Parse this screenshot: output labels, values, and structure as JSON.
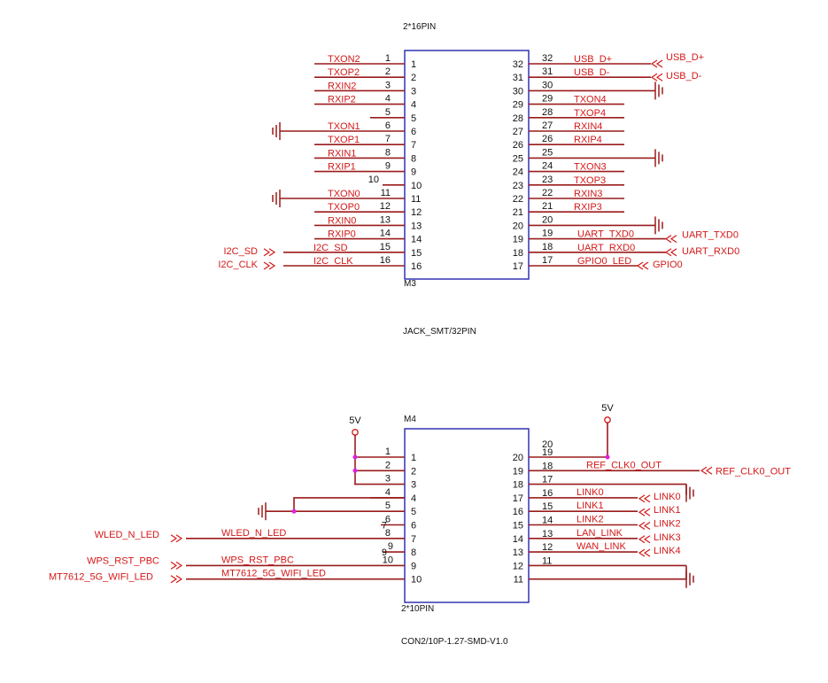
{
  "colors": {
    "wire": "#9a1b1b",
    "net_label": "#d41818",
    "component_box": "#2424b0",
    "junction": "#e020e0",
    "text": "#111111"
  },
  "m3": {
    "top_caption": "2*16PIN",
    "ref": "M3",
    "footprint": "JACK_SMT/32PIN",
    "left_pins": [
      {
        "outer": "1",
        "inner": "1",
        "net": "TXON2"
      },
      {
        "outer": "2",
        "inner": "2",
        "net": "TXOP2"
      },
      {
        "outer": "3",
        "inner": "3",
        "net": "RXIN2"
      },
      {
        "outer": "4",
        "inner": "4",
        "net": "RXIP2"
      },
      {
        "outer": "5",
        "inner": "5",
        "net": ""
      },
      {
        "outer": "6",
        "inner": "6",
        "net": "TXON1"
      },
      {
        "outer": "7",
        "inner": "7",
        "net": "TXOP1"
      },
      {
        "outer": "8",
        "inner": "8",
        "net": "RXIN1"
      },
      {
        "outer": "9",
        "inner": "9",
        "net": "RXIP1"
      },
      {
        "outer": "10",
        "inner": "10",
        "net": ""
      },
      {
        "outer": "11",
        "inner": "11",
        "net": "TXON0"
      },
      {
        "outer": "12",
        "inner": "12",
        "net": "TXOP0"
      },
      {
        "outer": "13",
        "inner": "13",
        "net": "RXIN0"
      },
      {
        "outer": "14",
        "inner": "14",
        "net": "RXIP0"
      },
      {
        "outer": "15",
        "inner": "15",
        "net": "I2C_SD"
      },
      {
        "outer": "16",
        "inner": "16",
        "net": "I2C_CLK"
      }
    ],
    "right_pins": [
      {
        "outer": "32",
        "inner": "32",
        "net": "USB_D+"
      },
      {
        "outer": "31",
        "inner": "31",
        "net": "USB_D-"
      },
      {
        "outer": "30",
        "inner": "30",
        "net": ""
      },
      {
        "outer": "29",
        "inner": "29",
        "net": "TXON4"
      },
      {
        "outer": "28",
        "inner": "28",
        "net": "TXOP4"
      },
      {
        "outer": "27",
        "inner": "27",
        "net": "RXIN4"
      },
      {
        "outer": "26",
        "inner": "26",
        "net": "RXIP4"
      },
      {
        "outer": "25",
        "inner": "25",
        "net": ""
      },
      {
        "outer": "24",
        "inner": "24",
        "net": "TXON3"
      },
      {
        "outer": "23",
        "inner": "23",
        "net": "TXOP3"
      },
      {
        "outer": "22",
        "inner": "22",
        "net": "RXIN3"
      },
      {
        "outer": "21",
        "inner": "21",
        "net": "RXIP3"
      },
      {
        "outer": "20",
        "inner": "20",
        "net": ""
      },
      {
        "outer": "19",
        "inner": "19",
        "net": "UART_TXD0"
      },
      {
        "outer": "18",
        "inner": "18",
        "net": "UART_RXD0"
      },
      {
        "outer": "17",
        "inner": "17",
        "net": "GPIO0_LED"
      }
    ],
    "ports": [
      {
        "side": "left",
        "text": "I2C_SD"
      },
      {
        "side": "left",
        "text": "I2C_CLK"
      },
      {
        "side": "right",
        "text": "USB_D+"
      },
      {
        "side": "right",
        "text": "USB_D-"
      },
      {
        "side": "right",
        "text": "UART_TXD0"
      },
      {
        "side": "right",
        "text": "UART_RXD0"
      },
      {
        "side": "right",
        "text": "GPIO0"
      }
    ]
  },
  "m4": {
    "ref": "M4",
    "bottom_caption": "2*10PIN",
    "footprint": "CON2/10P-1.27-SMD-V1.0",
    "power_left": "5V",
    "power_right": "5V",
    "left_pins": [
      {
        "outer": "1",
        "inner": "1",
        "net": ""
      },
      {
        "outer": "2",
        "inner": "2",
        "net": ""
      },
      {
        "outer": "3",
        "inner": "3",
        "net": ""
      },
      {
        "outer": "4",
        "inner": "4",
        "net": ""
      },
      {
        "outer": "5",
        "inner": "5",
        "net": ""
      },
      {
        "outer": "6",
        "inner": "6",
        "net": ""
      },
      {
        "outer": "8",
        "inner": "7",
        "net": "WLED_N_LED"
      },
      {
        "outer": "9",
        "inner": "8",
        "net": ""
      },
      {
        "outer": "10",
        "inner": "9",
        "net": "WPS_RST_PBC"
      },
      {
        "outer": "",
        "inner": "10",
        "net": "MT7612_5G_WIFI_LED"
      }
    ],
    "extra_outer": [
      "7",
      "9"
    ],
    "right_pins": [
      {
        "outer": "19",
        "inner": "20",
        "net": ""
      },
      {
        "outer": "18",
        "inner": "19",
        "net": "REF_CLK0_OUT"
      },
      {
        "outer": "17",
        "inner": "18",
        "net": ""
      },
      {
        "outer": "16",
        "inner": "17",
        "net": "LINK0"
      },
      {
        "outer": "15",
        "inner": "16",
        "net": "LINK1"
      },
      {
        "outer": "14",
        "inner": "15",
        "net": "LINK2"
      },
      {
        "outer": "13",
        "inner": "14",
        "net": "LAN_LINK"
      },
      {
        "outer": "12",
        "inner": "13",
        "net": "WAN_LINK"
      },
      {
        "outer": "11",
        "inner": "12",
        "net": ""
      },
      {
        "outer": "",
        "inner": "11",
        "net": ""
      }
    ],
    "right_top_outer": "20",
    "ports": [
      {
        "side": "left",
        "text": "WLED_N_LED"
      },
      {
        "side": "left",
        "text": "WPS_RST_PBC"
      },
      {
        "side": "left",
        "text": "MT7612_5G_WIFI_LED"
      },
      {
        "side": "right",
        "text": "REF_CLK0_OUT"
      },
      {
        "side": "right",
        "text": "LINK0"
      },
      {
        "side": "right",
        "text": "LINK1"
      },
      {
        "side": "right",
        "text": "LINK2"
      },
      {
        "side": "right",
        "text": "LINK3"
      },
      {
        "side": "right",
        "text": "LINK4"
      }
    ]
  }
}
